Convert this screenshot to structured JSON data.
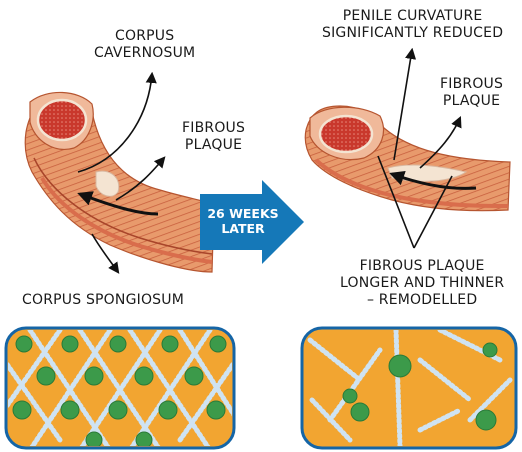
{
  "labels": {
    "corpus_cavernosum": [
      "CORPUS",
      "CAVERNOSUM"
    ],
    "fibrous_plaque_left": [
      "FIBROUS",
      "PLAQUE"
    ],
    "corpus_spongiosum": "CORPUS SPONGIOSUM",
    "curvature_note": [
      "PENILE CURVATURE",
      "SIGNIFICANTLY REDUCED"
    ],
    "fibrous_plaque_right": [
      "FIBROUS",
      "PLAQUE"
    ],
    "remodelled_note": [
      "FIBROUS PLAQUE",
      "LONGER AND THINNER",
      "– REMODELLED"
    ]
  },
  "transition_arrow": [
    "26 WEEKS",
    "LATER"
  ],
  "colors": {
    "tissue": "#e89a6c",
    "tissue_dark": "#c8603e",
    "inner_red": "#c9382c",
    "plaque": "#f4e4d2",
    "panel_fill": "#f2a531",
    "panel_border": "#1565a6",
    "arrow_blue": "#1578b8",
    "fiber": "#cfe3f2",
    "node_green": "#3c9a4a"
  },
  "icons": {
    "before_anatomy": "curved-penis-cross-section-illustration",
    "after_anatomy": "straighter-penis-cross-section-illustration",
    "before_panel": "ordered-collagen-network-icon",
    "after_panel": "disordered-collagen-network-icon"
  }
}
